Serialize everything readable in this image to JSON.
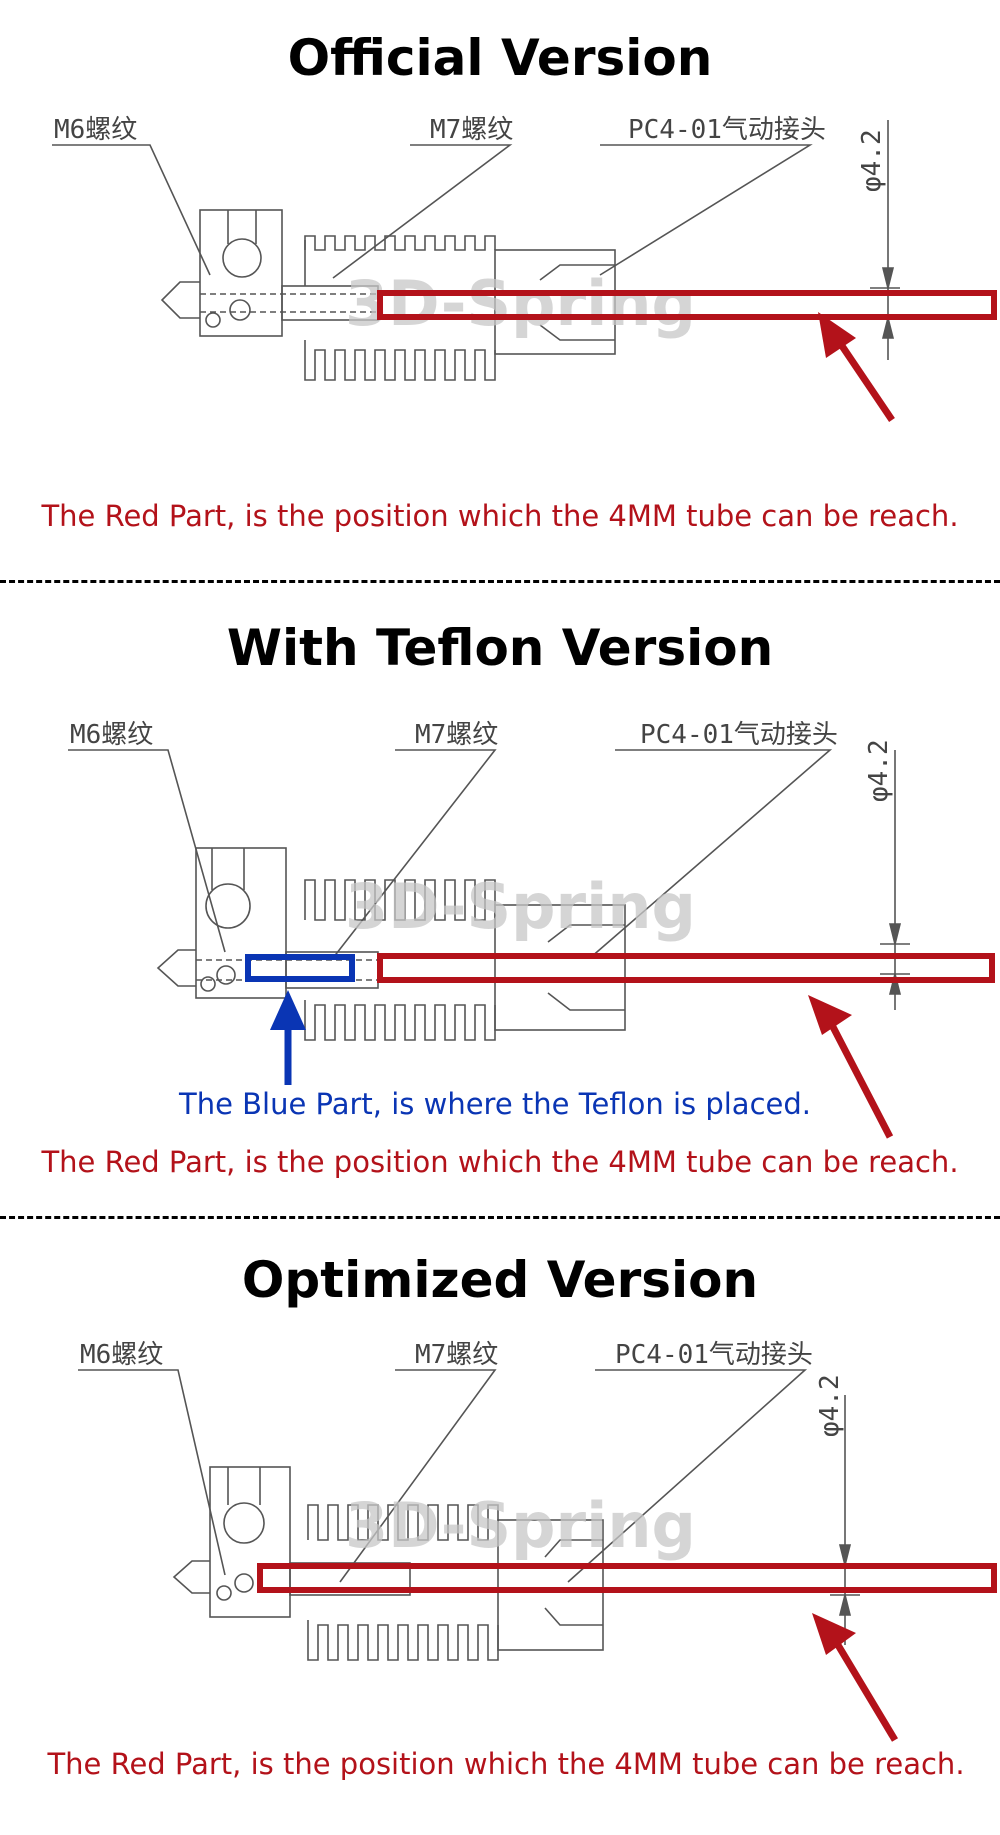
{
  "colors": {
    "accent_red": "#b3121a",
    "accent_blue": "#0a35b4",
    "line": "#555555"
  },
  "watermark": "3D-Spring",
  "sections": [
    {
      "title": "Official Version",
      "labels": {
        "m6": "M6螺纹",
        "m7": "M7螺纹",
        "pc4": "PC4-01气动接头",
        "dia": "φ4.2"
      },
      "captions": [
        "The Red Part, is the position which the 4MM tube can be reach."
      ]
    },
    {
      "title": "With Teflon Version",
      "labels": {
        "m6": "M6螺纹",
        "m7": "M7螺纹",
        "pc4": "PC4-01气动接头",
        "dia": "φ4.2"
      },
      "captions": [
        "The Blue Part, is where the Teflon is placed.",
        "The Red Part, is the position which the 4MM tube can be reach."
      ]
    },
    {
      "title": "Optimized Version",
      "labels": {
        "m6": "M6螺纹",
        "m7": "M7螺纹",
        "pc4": "PC4-01气动接头",
        "dia": "φ4.2"
      },
      "captions": [
        "The Red Part, is the position which the 4MM tube can be reach."
      ]
    }
  ]
}
